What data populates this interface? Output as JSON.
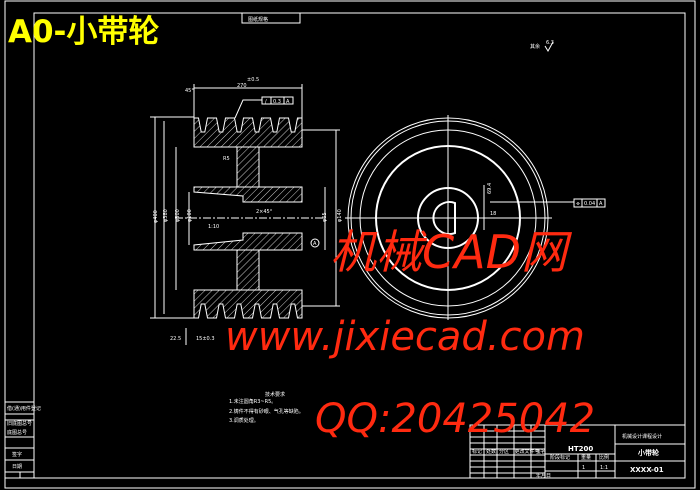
{
  "title": "A0-小带轮",
  "sheet_label": "图纸规格",
  "roughness_note": {
    "label": "其余",
    "value": "6.3"
  },
  "section_view": {
    "top_dimension": "270",
    "top_dim_prefix": "±0.5",
    "runout_tolerance": {
      "symbol": "/",
      "value": "0.3",
      "datum": "A"
    },
    "chamfer": "45°",
    "left_dims": [
      "φ400",
      "φ380",
      "φ300",
      "φ100"
    ],
    "bore_dim": "1:10",
    "right_dims": [
      "φ140",
      "φ65"
    ],
    "datum": "A",
    "web_label": "R5",
    "key_label": "2×45°",
    "bottom_dims": [
      "22.5",
      "15±0.3"
    ]
  },
  "front_view": {
    "tolerance": {
      "symbol": "⌯",
      "value": "0.04",
      "datum": "A"
    },
    "keyway_dims": [
      "18",
      "69.4"
    ]
  },
  "notes": {
    "heading": "技术要求",
    "lines": [
      "1.未注圆角R3~R5。",
      "2.铸件不得有砂眼、气孔等缺陷。",
      "3.调质处理。"
    ]
  },
  "side_block": [
    "借(通)用件登记",
    "旧底图总号",
    "底图总号",
    "签字",
    "日期"
  ],
  "title_block": {
    "material": "HT200",
    "school": "机械设计课程设计",
    "part_name": "小带轮",
    "drawing_no": "XXXX-01",
    "scale": "1:1",
    "qty": "1",
    "row_labels": [
      "标记",
      "处数",
      "分区",
      "更改文件号",
      "签名",
      "年月日"
    ],
    "col_labels": [
      "阶段标记",
      "重量",
      "比例"
    ]
  },
  "watermark": {
    "site_cn": "机械CAD网",
    "url": "www.jixiecad.com",
    "qq": "QQ:20425042"
  }
}
